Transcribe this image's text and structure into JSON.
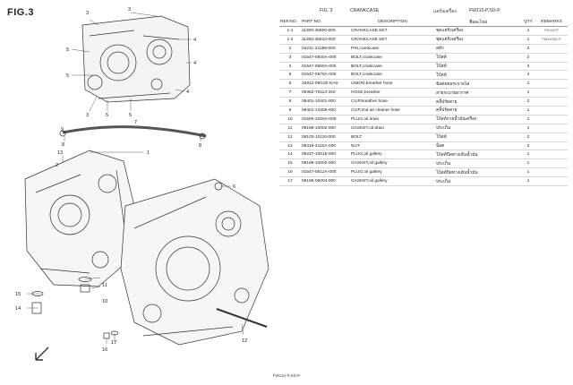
{
  "figure_id": "FIG.3",
  "header": {
    "fig": "FIG. 3",
    "section_en": "CRANKCASE",
    "section_th": "แคร้งเครื่อง",
    "model": "FW110-P,SD-P"
  },
  "columns": {
    "ref_no": "REF.NO.",
    "part_no": "PART NO.",
    "description": "DESCRIPTION",
    "description_th": "ชื่ออะไหล่",
    "qty": "QTY",
    "remarks": "REMARKS"
  },
  "rows": [
    {
      "ref": "1-1",
      "part": "11300-45800-000",
      "desc": "CRANKCASE SET",
      "th": "ชุดแคร้งเครื่อง",
      "qty": "1",
      "rem": "FW110-P"
    },
    {
      "ref": "1-2",
      "part": "11300-45810-000",
      "desc": "CRANKCASE SET",
      "th": "ชุดแคร้งเครื่อง",
      "qty": "1",
      "rem": "FW110SD-P"
    },
    {
      "ref": "2",
      "part": "04211-13189-000",
      "desc": "PIN,crankcase",
      "th": "สลัก",
      "qty": "2",
      "rem": ""
    },
    {
      "ref": "3",
      "part": "01547-0840A-000",
      "desc": "BOLT,crankcase",
      "th": "โบ้ลท์",
      "qty": "2",
      "rem": ""
    },
    {
      "ref": "4",
      "part": "01547-0650A-000",
      "desc": "BOLT,crankcase",
      "th": "โบ้ลท์",
      "qty": "3",
      "rem": ""
    },
    {
      "ref": "5",
      "part": "01547-0675A-000",
      "desc": "BOLT,crankcase",
      "th": "โบ้ลท์",
      "qty": "4",
      "rem": ""
    },
    {
      "ref": "6",
      "part": "16912-09G20-KAS",
      "desc": "UNION,breather hose",
      "th": "ข้อต่อท่อระบายไอ",
      "qty": "1",
      "rem": ""
    },
    {
      "ref": "7",
      "part": "09352-70113-340",
      "desc": "HOSE,breather",
      "th": "สายระบายอากาศ",
      "qty": "1",
      "rem": ""
    },
    {
      "ref": "8",
      "part": "09401-10401-000",
      "desc": "CLIP,breather hose",
      "th": "คลิ้ปรัดสาย",
      "qty": "2",
      "rem": ""
    },
    {
      "ref": "9",
      "part": "09401-13409-000",
      "desc": "CLIP,2nd air cleaner hose",
      "th": "คลิ้ปรัดสาย",
      "qty": "1",
      "rem": ""
    },
    {
      "ref": "10",
      "part": "01500-1020A-000",
      "desc": "PLUG,oil drain",
      "th": "โบ้ลท์ถ่ายน้ำมันเครื่อง",
      "qty": "1",
      "rem": ""
    },
    {
      "ref": "11",
      "part": "09168-10002-000",
      "desc": "GASKET,oil drain",
      "th": "ประเก็น",
      "qty": "1",
      "rem": ""
    },
    {
      "ref": "12",
      "part": "09103-10110-000",
      "desc": "BOLT",
      "th": "โบ้ลท์",
      "qty": "2",
      "rem": ""
    },
    {
      "ref": "13",
      "part": "08319-3110A-000",
      "desc": "NUT",
      "th": "น็อต",
      "qty": "2",
      "rem": ""
    },
    {
      "ref": "14",
      "part": "09247-10015-000",
      "desc": "PLUG,oil gallery",
      "th": "โบ้ลท์ปิดทางเดินน้ำมัน",
      "qty": "1",
      "rem": ""
    },
    {
      "ref": "15",
      "part": "09168-10002-000",
      "desc": "GASKET,oil gallery",
      "th": "ประเก็น",
      "qty": "1",
      "rem": ""
    },
    {
      "ref": "16",
      "part": "01547-0612A-000",
      "desc": "PLUG,oil gallery",
      "th": "โบ้ลท์ปิดทางเดินน้ำมัน",
      "qty": "1",
      "rem": ""
    },
    {
      "ref": "17",
      "part": "09168-06004-000",
      "desc": "GASKET,oil gallery",
      "th": "ประเก็น",
      "qty": "1",
      "rem": ""
    }
  ],
  "callouts": {
    "c3": "3",
    "c4": "4",
    "c5": "5",
    "c1": "1",
    "c2": "2",
    "c6": "6",
    "c7": "7",
    "c8": "8",
    "c9": "9",
    "c10": "10",
    "c11": "11",
    "c12": "12",
    "c13": "13",
    "c14": "14",
    "c15": "15",
    "c16": "16",
    "c17": "17"
  },
  "footer": "FW110-P,SD-P"
}
